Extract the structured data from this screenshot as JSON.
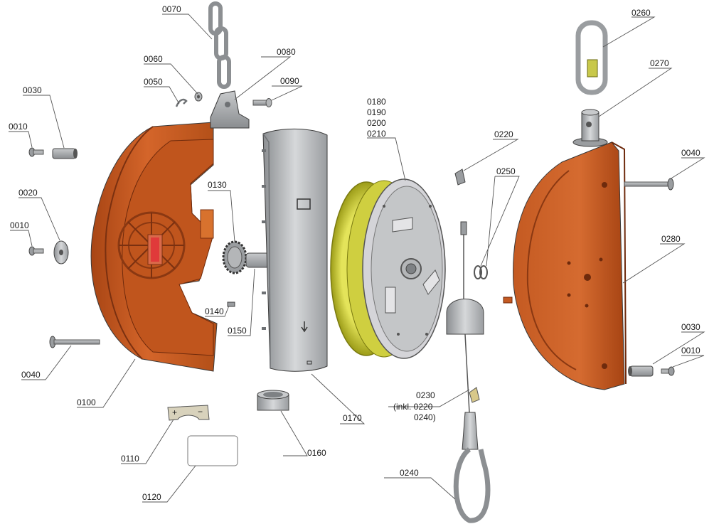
{
  "parts": {
    "p0010a": "0010",
    "p0010b": "0010",
    "p0010c": "0010",
    "p0020": "0020",
    "p0030a": "0030",
    "p0030b": "0030",
    "p0040a": "0040",
    "p0040b": "0040",
    "p0050": "0050",
    "p0060": "0060",
    "p0070": "0070",
    "p0080": "0080",
    "p0090": "0090",
    "p0100": "0100",
    "p0110": "0110",
    "p0120": "0120",
    "p0130": "0130",
    "p0140": "0140",
    "p0150": "0150",
    "p0160": "0160",
    "p0170": "0170",
    "p0180": "0180",
    "p0190": "0190",
    "p0200": "0200",
    "p0210": "0210",
    "p0220": "0220",
    "p0230": "0230",
    "p0230_note1": "(inkl. 0220",
    "p0230_note2": "0240)",
    "p0240": "0240",
    "p0250": "0250",
    "p0260": "0260",
    "p0270": "0270",
    "p0280": "0280"
  },
  "colors": {
    "housing_orange": "#c85a1e",
    "housing_orange_dark": "#9a3f10",
    "housing_orange_light": "#e07a3a",
    "spring_yellow": "#d8d84a",
    "spring_yellow_dark": "#a8a820",
    "metal_grey": "#b4b6b8",
    "metal_grey_dark": "#7e8184",
    "metal_grey_light": "#d6d8da"
  }
}
